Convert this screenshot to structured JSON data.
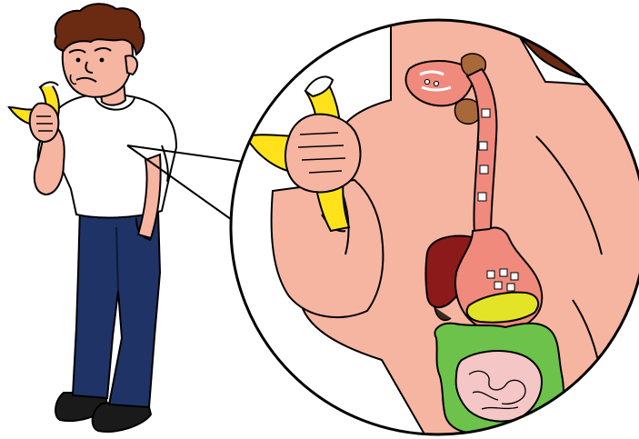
{
  "figure": {
    "subject": "boy-eating-banana",
    "detail_view": "digestive-system-magnifier"
  },
  "colors": {
    "skin": "#f6b5a1",
    "hair": "#6b2a12",
    "shirt": "#ffffff",
    "jeans": "#1f3366",
    "shoes": "#1a1a1a",
    "banana_yellow": "#ffe21a",
    "outline": "#000000",
    "esophagus": "#f08a7d",
    "stomach": "#f08a7d",
    "salivary_glands": "#a9683a",
    "liver": "#8c1a1a",
    "pancreas": "#e3e327",
    "large_intestine": "#6cc24a",
    "small_intestine": "#f5c6c6",
    "food_bolus": "#ffffff"
  },
  "icons": [
    "banana",
    "magnifier-circle"
  ]
}
